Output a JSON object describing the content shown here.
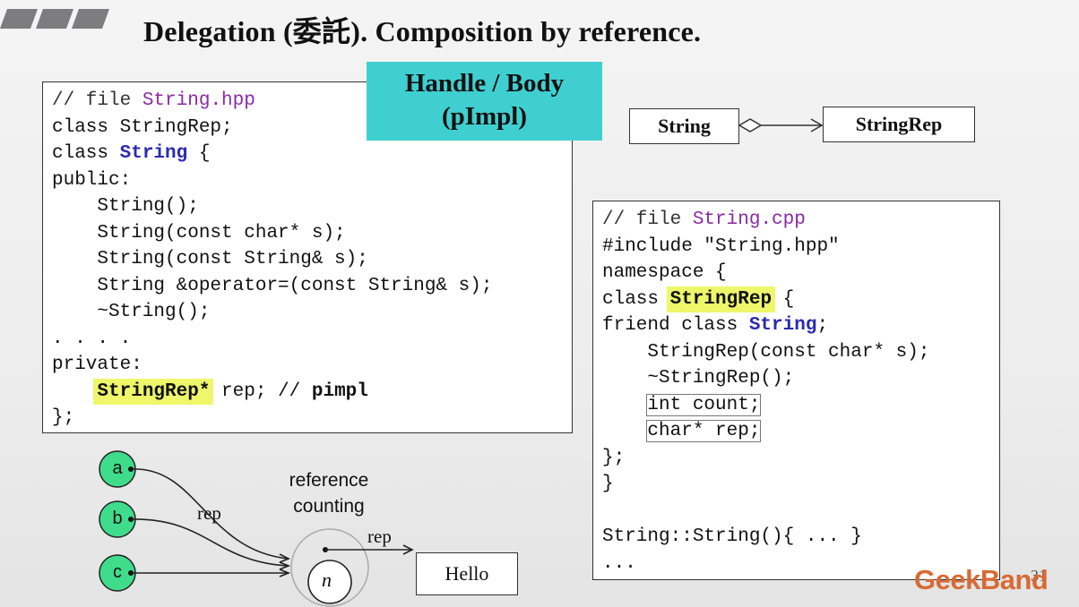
{
  "title": "Delegation (委託). Composition by reference.",
  "handle_label": {
    "line1": "Handle / Body",
    "line2": "(pImpl)"
  },
  "uml": {
    "left": "String",
    "right": "StringRep"
  },
  "hpp": {
    "l0": {
      "a": "// file ",
      "b": "String.hpp"
    },
    "l1": "class StringRep;",
    "l2": {
      "a": "class ",
      "b": "String",
      "c": " {"
    },
    "l3": "public:",
    "l4": "    String();",
    "l5": "    String(const char* s);",
    "l6": "    String(const String& s);",
    "l7": "    String &operator=(const String& s);",
    "l8": "    ~String();",
    "l9": ". . . .",
    "l10": "private:",
    "l11": {
      "pre": "    ",
      "a": "StringRep*",
      "b": " rep; // ",
      "c": "pimpl"
    },
    "l12": "};"
  },
  "cpp": {
    "l0": {
      "a": "// file ",
      "b": "String.cpp"
    },
    "l1": "#include \"String.hpp\"",
    "l2": "namespace {",
    "l3": {
      "a": "class ",
      "b": "StringRep",
      "c": " {"
    },
    "l4": {
      "a": "friend class ",
      "b": "String",
      "c": ";"
    },
    "l5": "    StringRep(const char* s);",
    "l6": "    ~StringRep();",
    "l7": {
      "pre": "    ",
      "a": "int count;"
    },
    "l8": {
      "pre": "    ",
      "a": "char* rep;"
    },
    "l9": "};",
    "l10": "}",
    "l11": "",
    "l12": "String::String(){ ... }",
    "l13": "..."
  },
  "diagram": {
    "nodes": [
      "a",
      "b",
      "c"
    ],
    "rep_label_left": "rep",
    "rep_label_right": "rep",
    "count_node": "n",
    "ref_line1": "reference",
    "ref_line2": "counting",
    "hello": "Hello"
  },
  "logo": "GeekBand",
  "page_number": "31",
  "colors": {
    "accent_cyan": "#40cfd0",
    "highlight": "#eef76a",
    "logo": "#d86a35",
    "node_green": "#3fdc8c"
  }
}
